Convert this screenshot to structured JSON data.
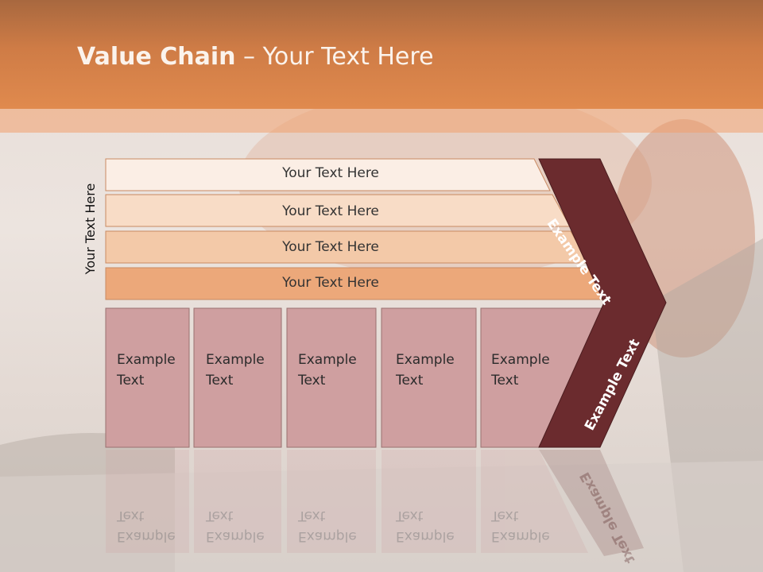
{
  "title": {
    "bold": "Value Chain",
    "rest": " – Your Text Here"
  },
  "side_label": "Your Text Here",
  "bars": [
    {
      "label": "Your Text Here",
      "fill": "#fbeee5"
    },
    {
      "label": "Your Text Here",
      "fill": "#f8dcc6"
    },
    {
      "label": "Your Text Here",
      "fill": "#f3c9a8"
    },
    {
      "label": "Your Text Here",
      "fill": "#eca87a"
    }
  ],
  "boxes": [
    {
      "line1": "Example",
      "line2": "Text"
    },
    {
      "line1": "Example",
      "line2": "Text"
    },
    {
      "line1": "Example",
      "line2": "Text"
    },
    {
      "line1": "Example",
      "line2": "Text"
    },
    {
      "line1": "Example",
      "line2": "Text"
    }
  ],
  "chevron": {
    "upper": "Example Text",
    "lower": "Example Text",
    "fill": "#6b2b2e"
  },
  "colors": {
    "box_fill": "#cf9fa0",
    "header": "#d67f48"
  }
}
